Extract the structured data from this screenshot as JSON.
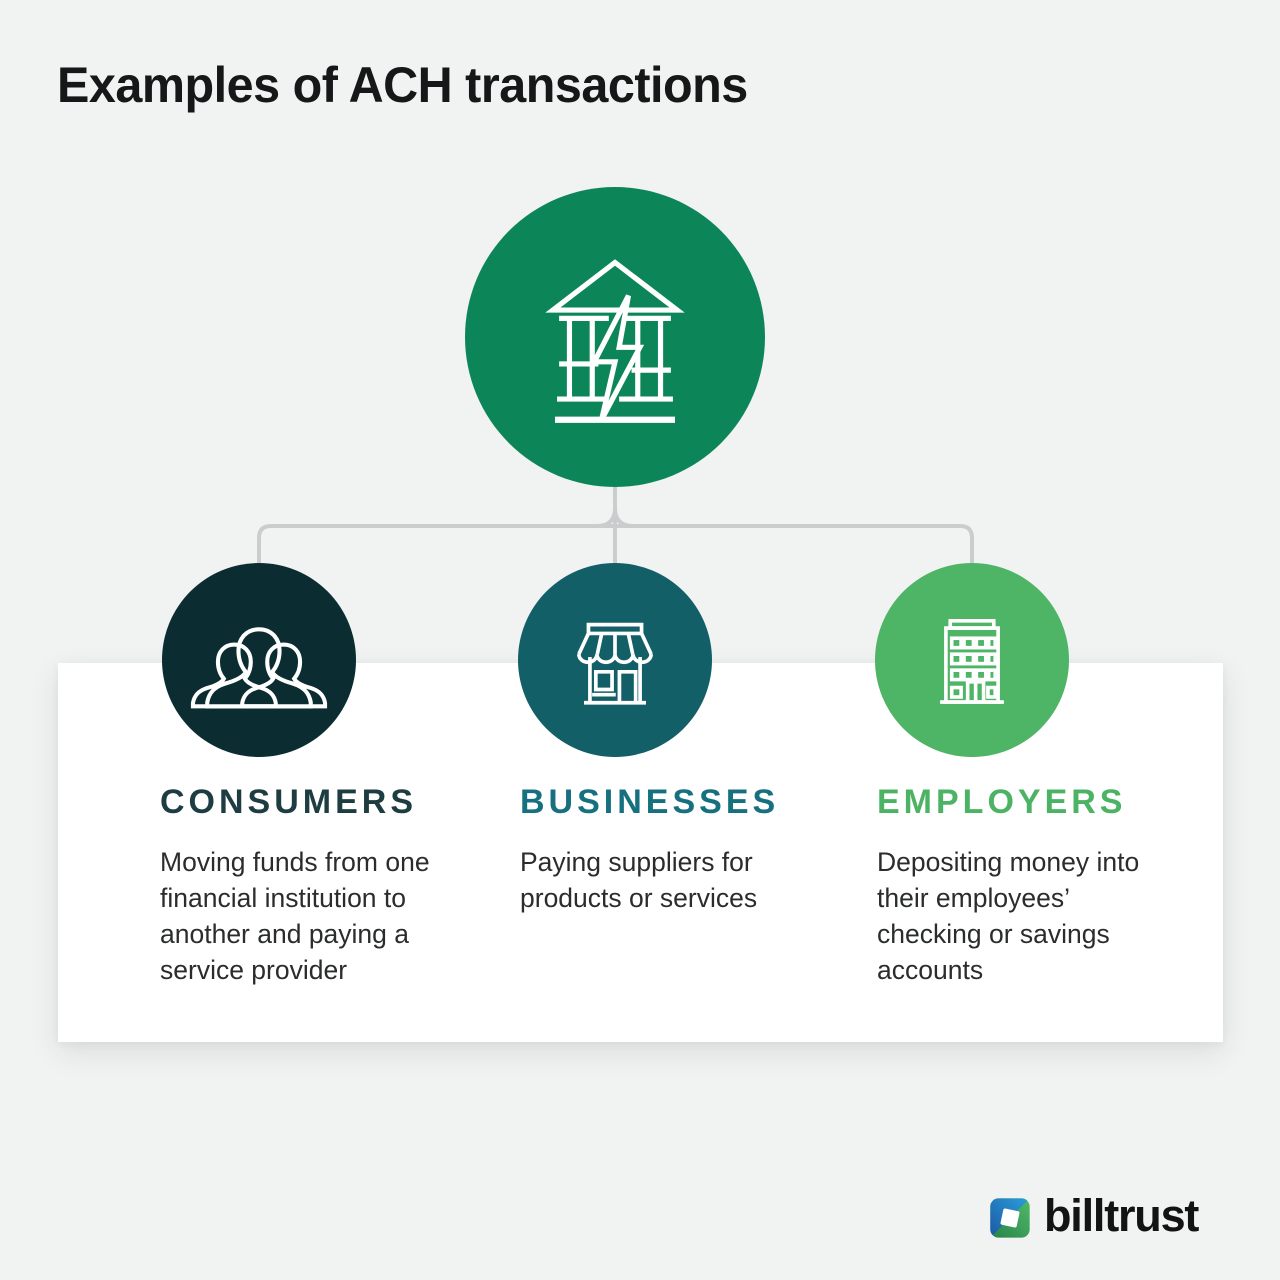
{
  "page": {
    "title": "Examples of ACH transactions",
    "background_color": "#f1f2f2"
  },
  "connector_color": "#c9cdce",
  "root_node": {
    "icon": "bank-lightning-icon",
    "circle_color": "#0c8659"
  },
  "nodes": [
    {
      "heading": "CONSUMERS",
      "heading_color": "#1e3d42",
      "circle_color": "#0b2c31",
      "icon": "people-group-icon",
      "description": "Moving funds from one financial institution to another and paying a service provider"
    },
    {
      "heading": "BUSINESSES",
      "heading_color": "#177080",
      "circle_color": "#125f68",
      "icon": "storefront-icon",
      "description": "Paying suppliers for products or services"
    },
    {
      "heading": "EMPLOYERS",
      "heading_color": "#4db364",
      "circle_color": "#4eb466",
      "icon": "office-building-icon",
      "description": "Depositing money into their employees’ checking or savings accounts"
    }
  ],
  "footer": {
    "brand_name": "billtrust",
    "logo_colors": {
      "blue_dark": "#1c57a5",
      "blue_light": "#2ba0d8",
      "green_dark": "#27824a",
      "green_light": "#52bb68"
    }
  }
}
